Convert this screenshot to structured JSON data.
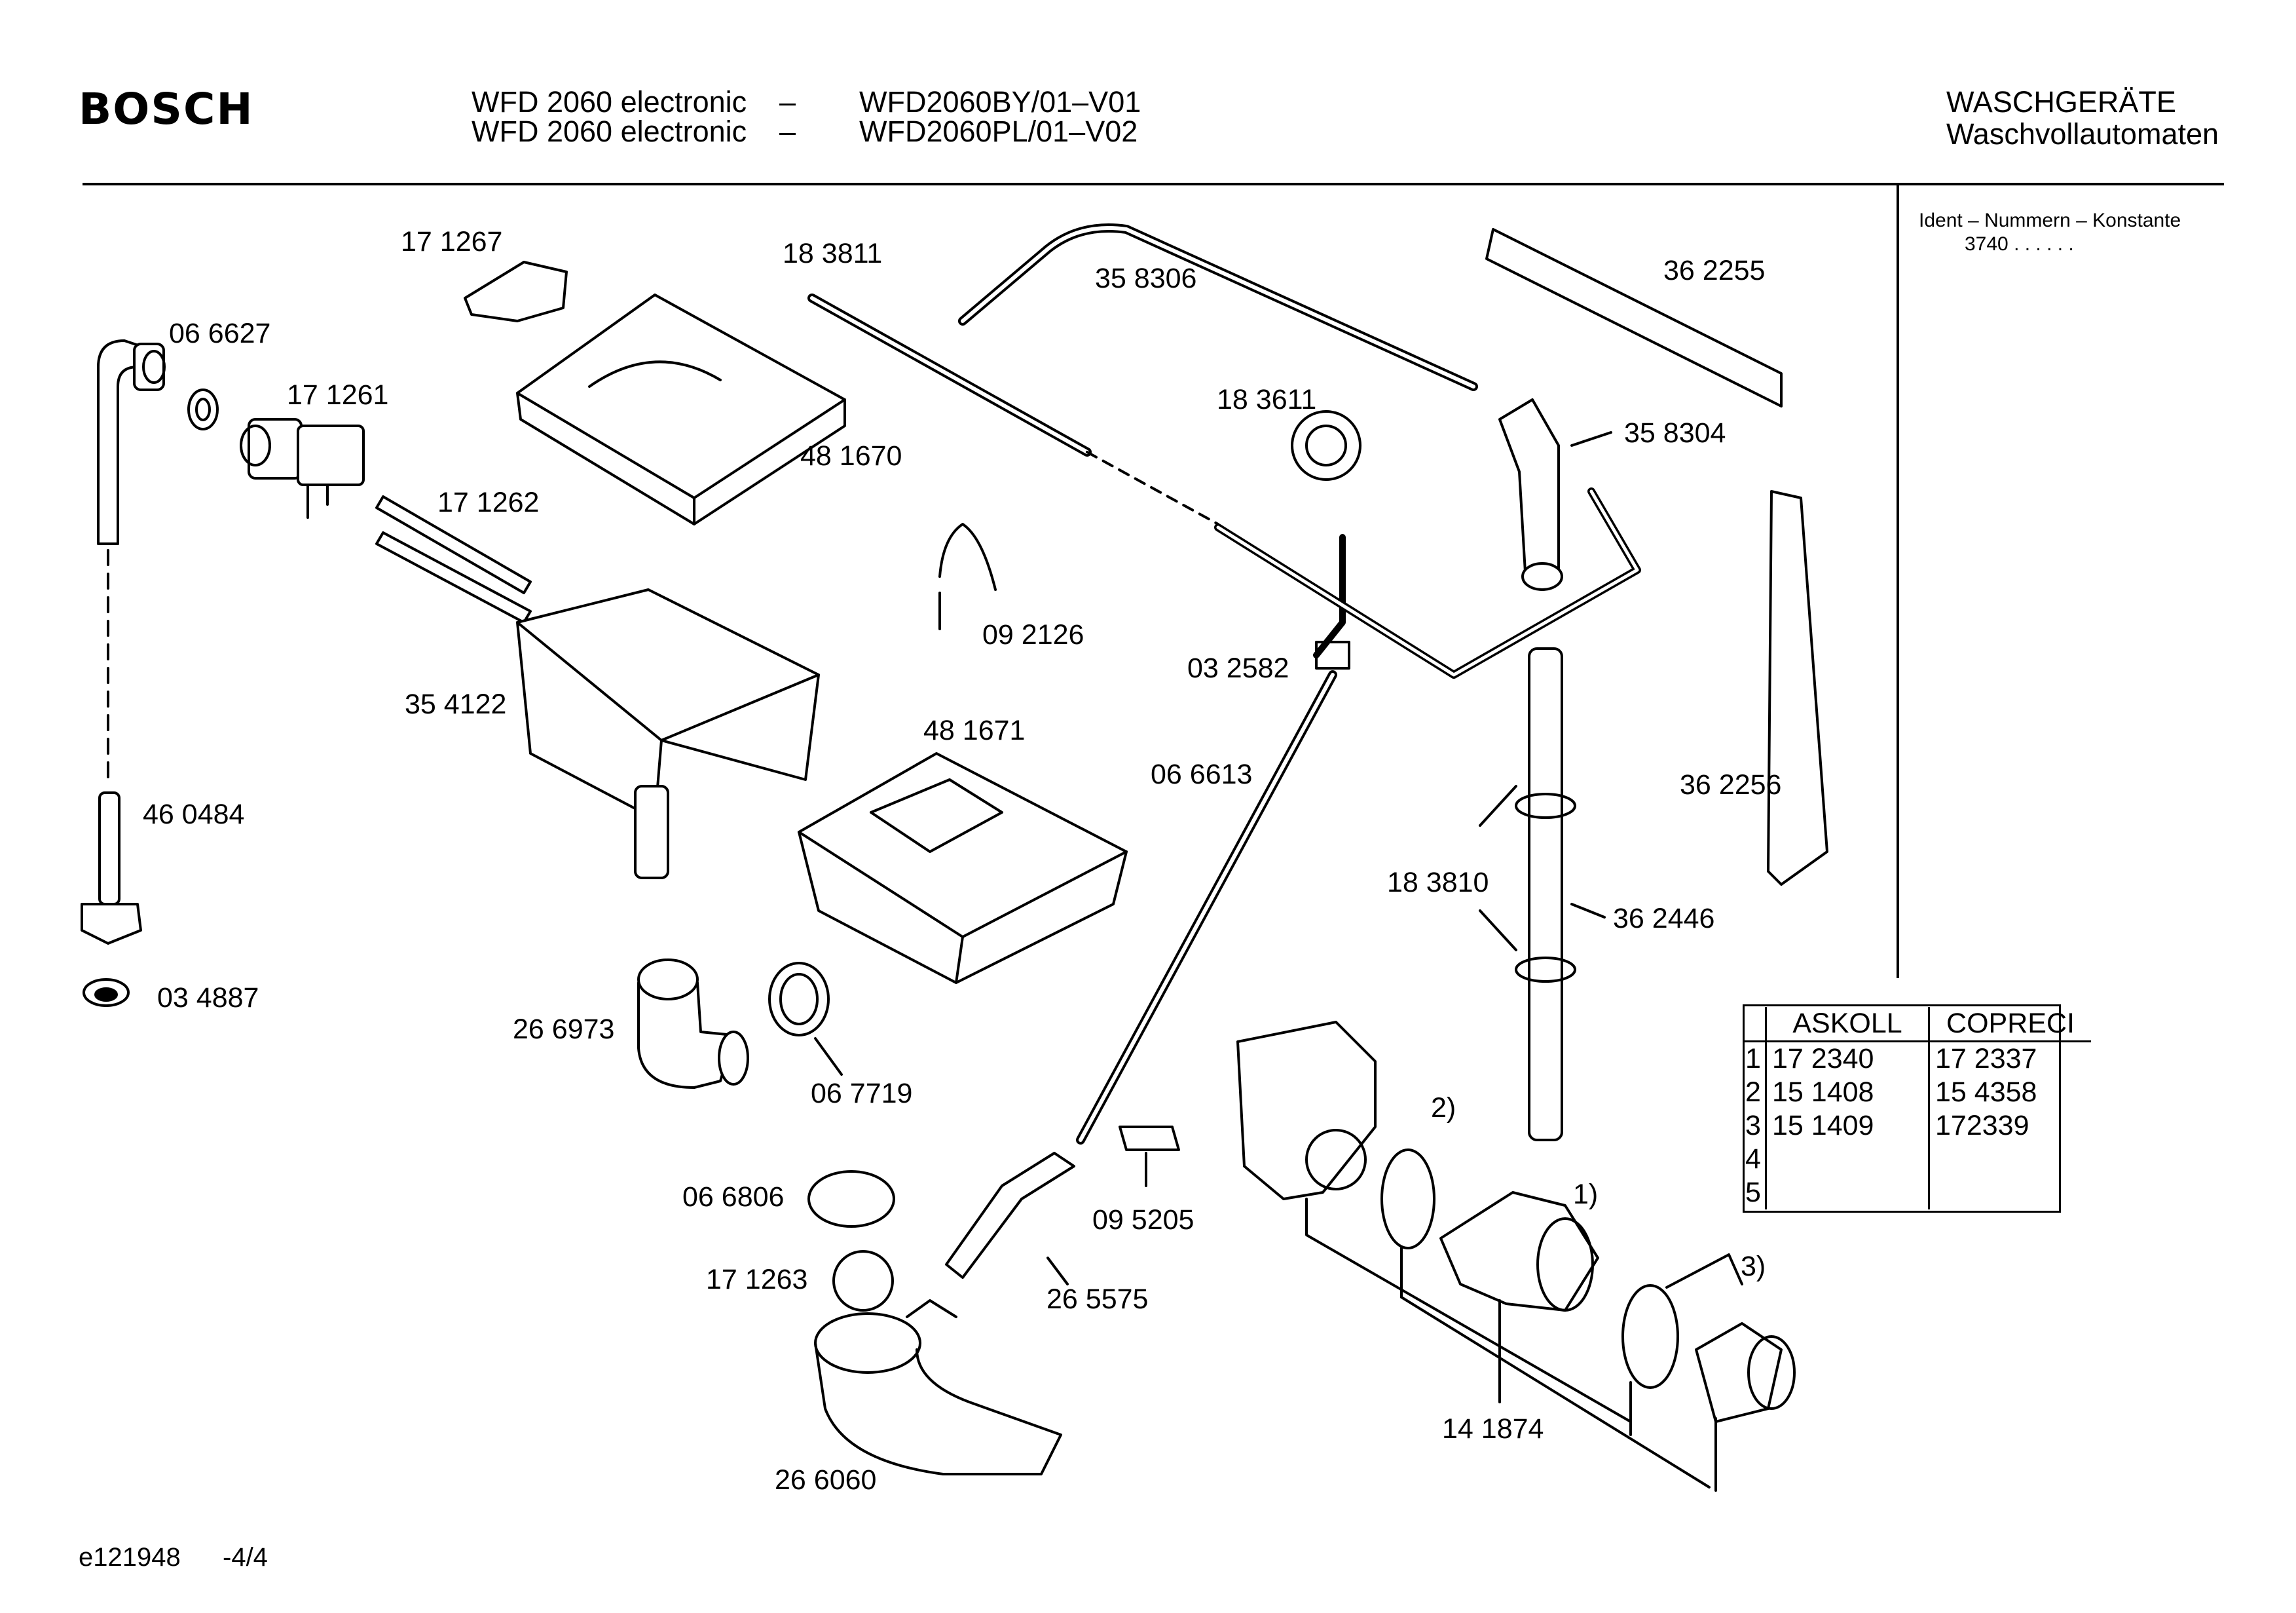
{
  "header": {
    "brand": "BOSCH",
    "model_line_1": "WFD 2060 electronic",
    "model_line_2": "WFD 2060 electronic",
    "dash_1": "–",
    "dash_2": "–",
    "code_line_1": "WFD2060BY/01–V01",
    "code_line_2": "WFD2060PL/01–V02",
    "category_1": "WASCHGERÄTE",
    "category_2": "Waschvollautomaten"
  },
  "ident": {
    "title": "Ident – Nummern – Konstante",
    "value": "3740  .  .   .  .  .  ."
  },
  "parts": {
    "p171267": "17 1267",
    "p183811": "18 3811",
    "p358306": "35 8306",
    "p362255": "36 2255",
    "p066627": "06 6627",
    "p171261": "17 1261",
    "p481670": "48 1670",
    "p183611": "18 3611",
    "p358304": "35 8304",
    "p171262": "17 1262",
    "p092126": "09 2126",
    "p032582": "03 2582",
    "p354122": "35 4122",
    "p481671": "48 1671",
    "p066613": "06 6613",
    "p362256": "36 2256",
    "p460484": "46 0484",
    "p183810": "18 3810",
    "p362446": "36 2446",
    "p034887": "03 4887",
    "p266973": "26 6973",
    "p067719": "06 7719",
    "p066806": "06 6806",
    "p095205": "09 5205",
    "p171263": "17 1263",
    "p265575": "26 5575",
    "p141874": "14 1874",
    "p266060": "26 6060"
  },
  "callouts": {
    "c1": "1)",
    "c2": "2)",
    "c3": "3)"
  },
  "alternatives_table": {
    "headers": [
      "ASKOLL",
      "COPRECI"
    ],
    "rows": [
      {
        "n": "1",
        "askoll": "17 2340",
        "copreci": "17 2337"
      },
      {
        "n": "2",
        "askoll": "15 1408",
        "copreci": "15 4358"
      },
      {
        "n": "3",
        "askoll": "15 1409",
        "copreci": "172339"
      },
      {
        "n": "4",
        "askoll": "",
        "copreci": ""
      },
      {
        "n": "5",
        "askoll": "",
        "copreci": ""
      }
    ]
  },
  "footer": {
    "doc_id": "e121948",
    "page": "-4/4"
  }
}
